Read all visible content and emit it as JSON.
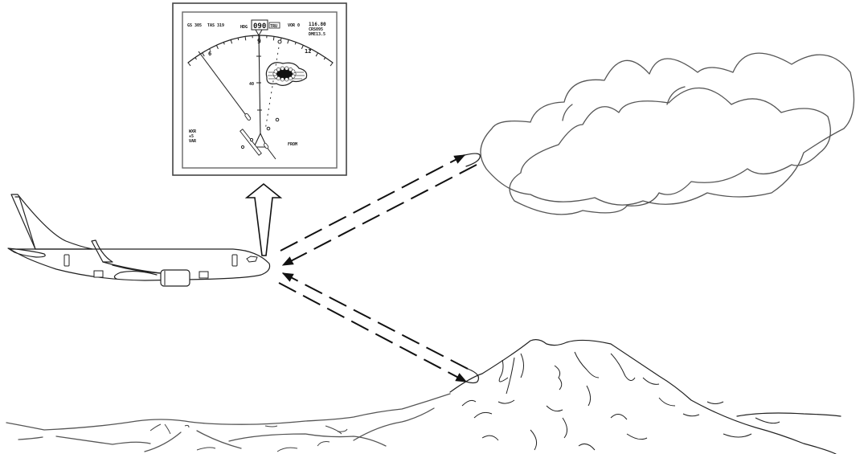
{
  "diagram": {
    "title": "Airborne weather radar illustration",
    "elements": [
      "aircraft",
      "radar-display",
      "display-arrow",
      "cloud-beam",
      "terrain-beam",
      "cloud",
      "mountain",
      "foothills"
    ]
  },
  "radar_display": {
    "gs_label": "GS 305",
    "tas_label": "TAS 319",
    "hdg_label": "HDG",
    "heading_value": "090",
    "heading_mode": "TRU",
    "vor_label": "VOR 0",
    "freq": "116.80",
    "course": "CRS095",
    "dme": "DME13.5",
    "compass_labels": [
      "6",
      "9",
      "12"
    ],
    "range_ring_label": "40",
    "wxr_lines": [
      "WXR",
      "+5",
      "VAR"
    ],
    "from_label": "FROM"
  },
  "colors": {
    "line": "#222222",
    "background": "#ffffff",
    "frame": "#555555"
  }
}
